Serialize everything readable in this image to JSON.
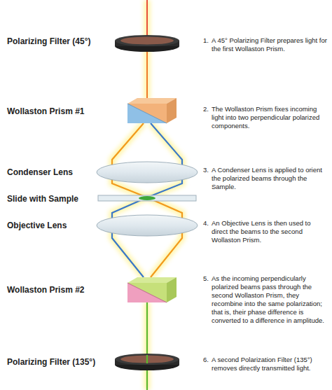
{
  "diagram": {
    "labels": [
      "Polarizing Filter (45°)",
      "1.",
      "A 45° Polarizing Filter prepares light for the first Wollaston Prism.",
      "Wollaston Prism #1",
      "2.",
      "The Wollaston Prism fixes incoming light into two perpendicular polarized components.",
      "Condenser Lens",
      "3.",
      "A Condenser Lens is applied to orient the polarized beams through the Sample.",
      "Slide with Sample",
      "Objective Lens",
      "4.",
      "An Objective Lens is then used to direct the beams to the second Wollaston Prism.",
      "Wollaston Prism #2",
      "5.",
      "As the incoming perpendicularly polarized beams pass through the second Wollaston Prism, they recombine into the same polarization; that is, their phase difference is converted to a difference in amplitude.",
      "Polarizing Filter (135°)",
      "6.",
      "A second Polarization Filter (135°) removes directly transmitted light."
    ]
  }
}
